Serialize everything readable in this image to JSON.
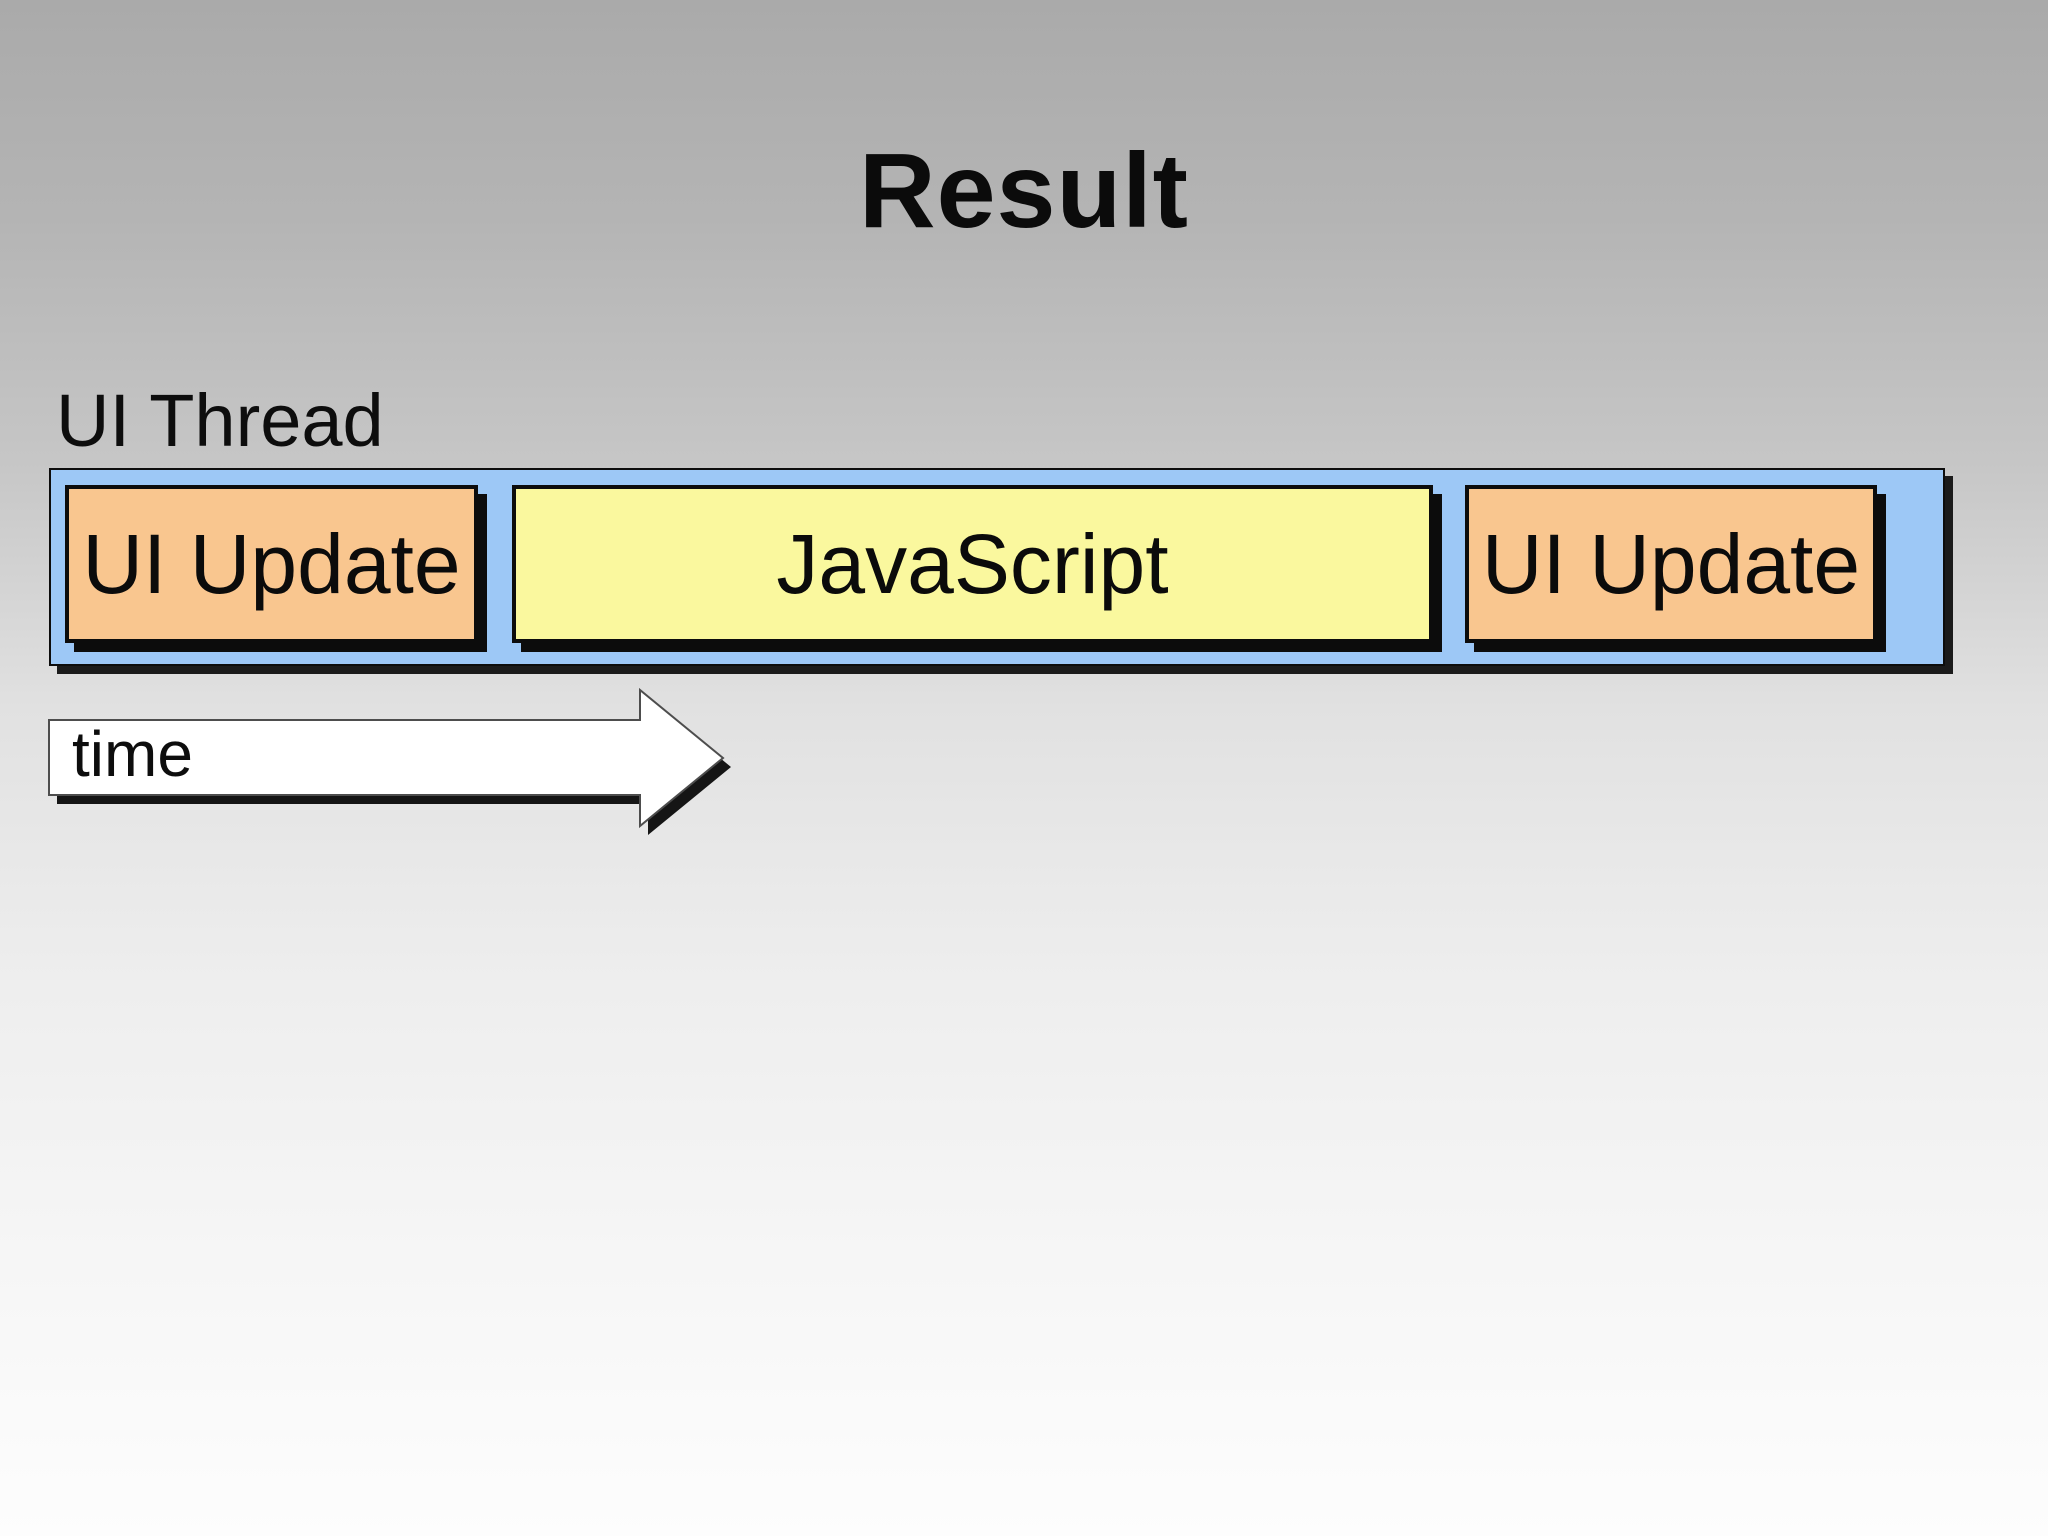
{
  "slide": {
    "title": "Result",
    "thread": {
      "label": "UI Thread",
      "segments": [
        {
          "label": "UI Update",
          "kind": "ui-update",
          "color": "#f9c68f"
        },
        {
          "label": "JavaScript",
          "kind": "javascript",
          "color": "#faf89e"
        },
        {
          "label": "UI Update",
          "kind": "ui-update",
          "color": "#f9c68f"
        }
      ],
      "track_color": "#9dc8f6"
    },
    "time_axis": {
      "label": "time",
      "arrow_fill": "#ffffff",
      "shadow_color": "#151515"
    },
    "background": {
      "gradient_top": "#aaaaaa",
      "gradient_bottom": "#fdfdfd"
    }
  }
}
